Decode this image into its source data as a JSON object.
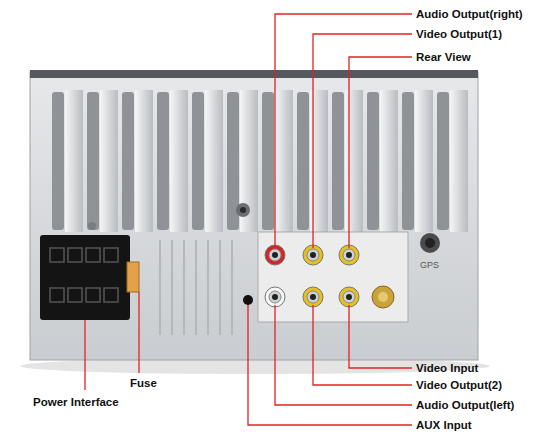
{
  "diagram": {
    "labels": [
      "Audio Output(right)",
      "Video Output(1)",
      "Rear View",
      "Video Input",
      "Video Output(2)",
      "Audio Output(left)",
      "AUX Input",
      "Power Interface",
      "Fuse",
      "GPS"
    ]
  }
}
